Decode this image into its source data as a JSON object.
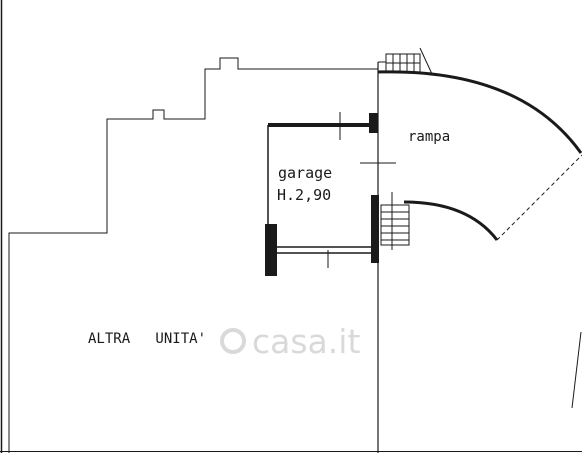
{
  "labels": {
    "garage": "garage",
    "height": "H.2,90",
    "ramp": "rampa",
    "other_unit": "ALTRA   UNITA'"
  },
  "watermark": {
    "text": "casa.it"
  },
  "colors": {
    "line": "#1a1a1a",
    "background": "#ffffff",
    "watermark": "#d9d9d9"
  }
}
